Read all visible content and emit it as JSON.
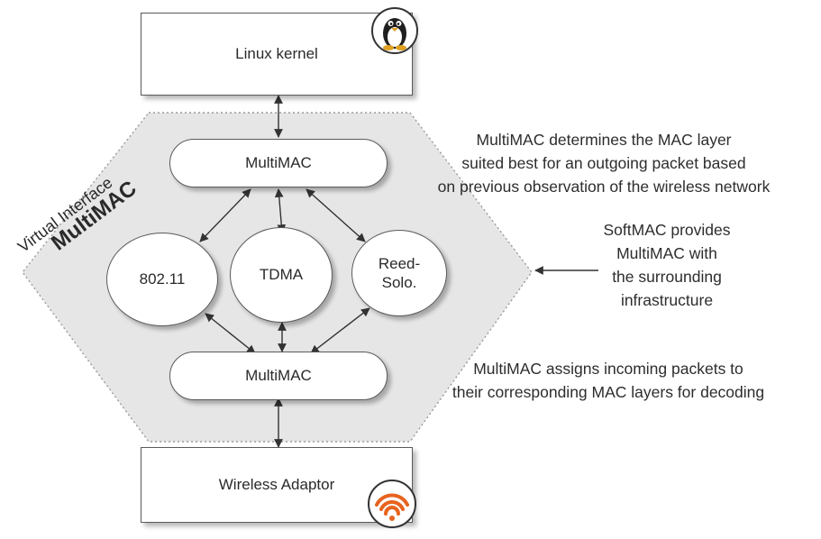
{
  "nodes": {
    "kernel": "Linux kernel",
    "multimac_top": "MultiMAC",
    "mac_80211": "802.11",
    "mac_tdma": "TDMA",
    "mac_reed_line1": "Reed-",
    "mac_reed_line2": "Solo.",
    "multimac_bottom": "MultiMAC",
    "adaptor": "Wireless Adaptor"
  },
  "labels": {
    "virtual_interface": "Virtual Interface",
    "multimac_title": "MultiMAC"
  },
  "annotations": {
    "top": [
      "MultiMAC determines the MAC layer",
      "suited best for an outgoing packet based",
      "on previous observation of the wireless network"
    ],
    "softmac": [
      "SoftMAC provides",
      "MultiMAC with",
      "the surrounding",
      "infrastructure"
    ],
    "bottom": [
      "MultiMAC assigns incoming packets to",
      "their corresponding MAC layers for decoding"
    ]
  },
  "icons": {
    "kernel_logo": "linux-penguin-icon",
    "adaptor_logo": "wifi-signal-icon"
  },
  "colors": {
    "hexagon_fill": "#e6e6e6",
    "wifi_orange": "#e8631e"
  }
}
